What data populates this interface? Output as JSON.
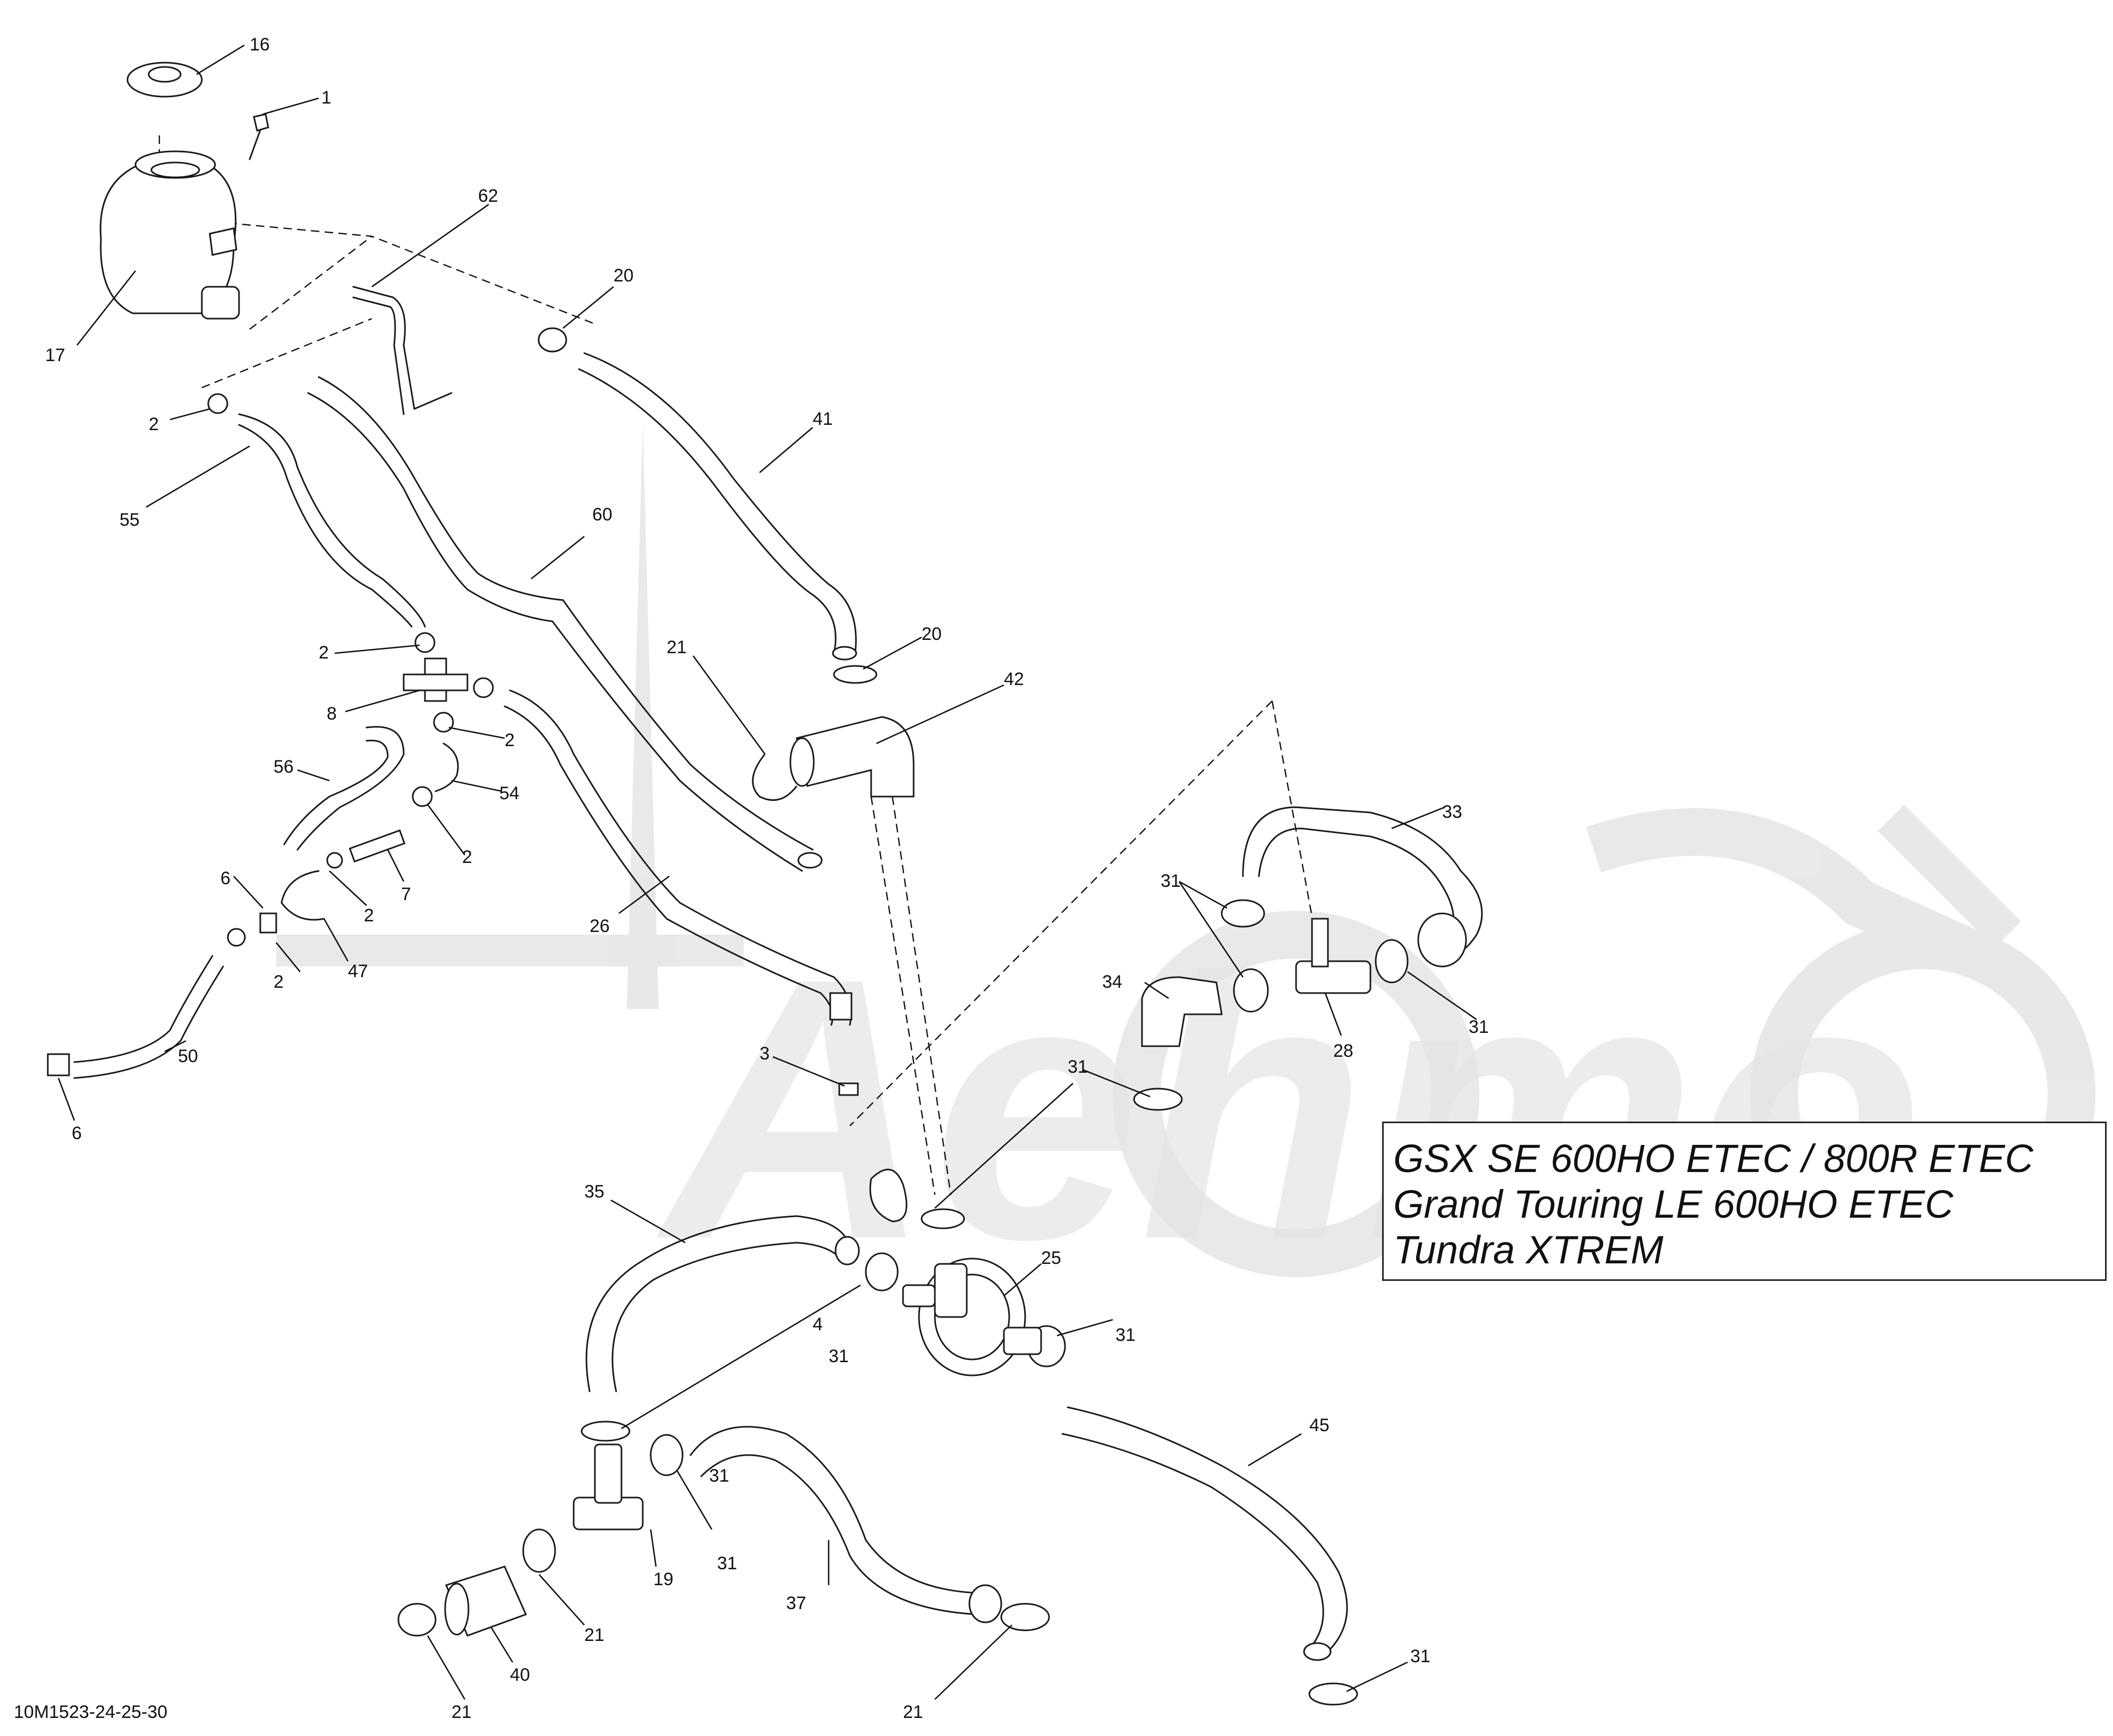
{
  "diagram": {
    "title_lines": [
      "GSX SE 600HO ETEC / 800R ETEC",
      "Grand Touring LE 600HO ETEC",
      "Tundra XTREM"
    ],
    "document_code": "10M1523-24-25-30",
    "watermark_text": "Aehmo",
    "part_numbers": [
      "16",
      "1",
      "62",
      "20",
      "17",
      "2",
      "55",
      "41",
      "60",
      "2",
      "21",
      "20",
      "42",
      "8",
      "2",
      "56",
      "54",
      "2",
      "7",
      "6",
      "2",
      "26",
      "2",
      "47",
      "33",
      "31",
      "34",
      "28",
      "31",
      "3",
      "50",
      "6",
      "31",
      "35",
      "25",
      "4",
      "31",
      "45",
      "31",
      "19",
      "31",
      "21",
      "37",
      "40",
      "21",
      "21",
      "31",
      "31"
    ]
  },
  "icons": {
    "watermark": "motorcycle-watermark-icon"
  }
}
